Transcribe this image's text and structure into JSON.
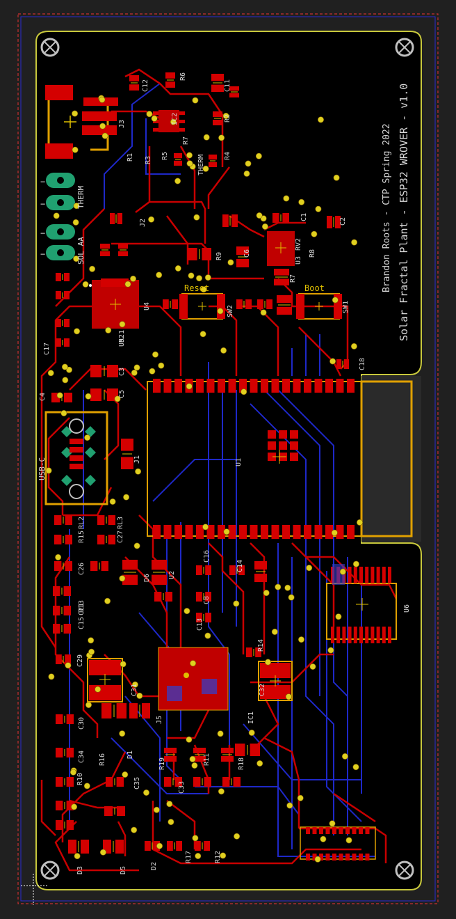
{
  "board": {
    "credit": "Brandon Roots - CTP Spring 2022",
    "title": "Solar Fractal Plant - ESP32 WROVER - v1.0",
    "label_reset": "Reset",
    "label_boot": "Boot",
    "label_usbc": "USB-C",
    "label_therm": "THERM",
    "label_sol_aa": "SOL AA"
  },
  "designators": [
    "J3",
    "C12",
    "R6",
    "R7",
    "C11",
    "IC2",
    "R1",
    "R3",
    "R5",
    "THERM",
    "R2",
    "J2",
    "R4",
    "C1",
    "C2",
    "R9",
    "C6",
    "RV2",
    "R8",
    "R7",
    "U4",
    "SW2",
    "SW1",
    "R21",
    "C18",
    "C17",
    "U1",
    "C3",
    "C5",
    "C4",
    "U5",
    "J1",
    "RL2",
    "RL3",
    "C26",
    "C27",
    "C21",
    "C16",
    "C8",
    "C14",
    "C13",
    "C15",
    "C29",
    "C30",
    "C31",
    "C32",
    "C33",
    "C34",
    "C35",
    "R10",
    "R11",
    "R12",
    "R13",
    "R14",
    "R15",
    "R16",
    "R17",
    "R18",
    "R19",
    "D1",
    "D2",
    "D3",
    "D5",
    "D6",
    "U2",
    "U3",
    "IC1",
    "U6",
    "J5"
  ],
  "colors": {
    "background": "#000000",
    "outline": "#c8c83c",
    "copper_top": "#c80000",
    "copper_bottom": "#1e28c8",
    "pad": "#d40000",
    "via": "#e0d020",
    "courtyard": "#e0a000",
    "keepout": "#c83030",
    "connector_pad": "#20a070"
  }
}
